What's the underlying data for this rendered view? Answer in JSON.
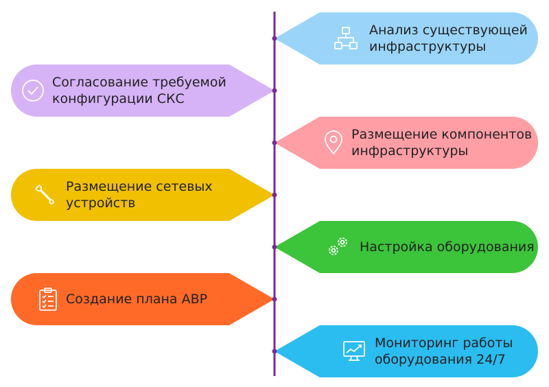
{
  "steps": [
    {
      "line1": "Анализ существующей",
      "line2": "инфраструктуры",
      "icon": "flowchart-icon",
      "side": "right",
      "color": "#9ad5f9"
    },
    {
      "line1": "Согласование требуемой",
      "line2": "конфигурации СКС",
      "icon": "check-circle-icon",
      "side": "left",
      "color": "#d6b3f7"
    },
    {
      "line1": "Размещение компонентов",
      "line2": "инфраструктуры",
      "icon": "map-pin-icon",
      "side": "right",
      "color": "#ff9ea5"
    },
    {
      "line1": "Размещение сетевых",
      "line2": "устройств",
      "icon": "wrench-icon",
      "side": "left",
      "color": "#f1c000"
    },
    {
      "line1": "Настройка оборудования",
      "line2": "",
      "icon": "gears-icon",
      "side": "right",
      "color": "#3cc43a"
    },
    {
      "line1": "Создание плана АВР",
      "line2": "",
      "icon": "clipboard-icon",
      "side": "left",
      "color": "#ff6a28"
    },
    {
      "line1": "Мониторинг работы",
      "line2": "оборудования 24/7",
      "icon": "monitor-chart-icon",
      "side": "right",
      "color": "#2bbcf0"
    }
  ],
  "colors": {
    "axis": "#7a2a98",
    "text": "#222222",
    "icon": "#ffffff"
  }
}
